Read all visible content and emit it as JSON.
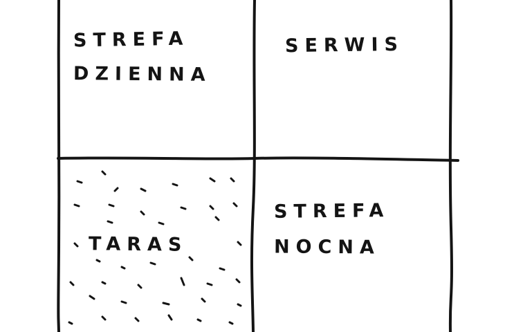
{
  "zones": {
    "day_line1": "STREFA",
    "day_line2": "DZIENNA",
    "service": "SERWIS",
    "terrace": "TARAS",
    "night_line1": "STREFA",
    "night_line2": "NOCNA"
  },
  "colors": {
    "ink": "#141414",
    "paper": "#ffffff"
  }
}
